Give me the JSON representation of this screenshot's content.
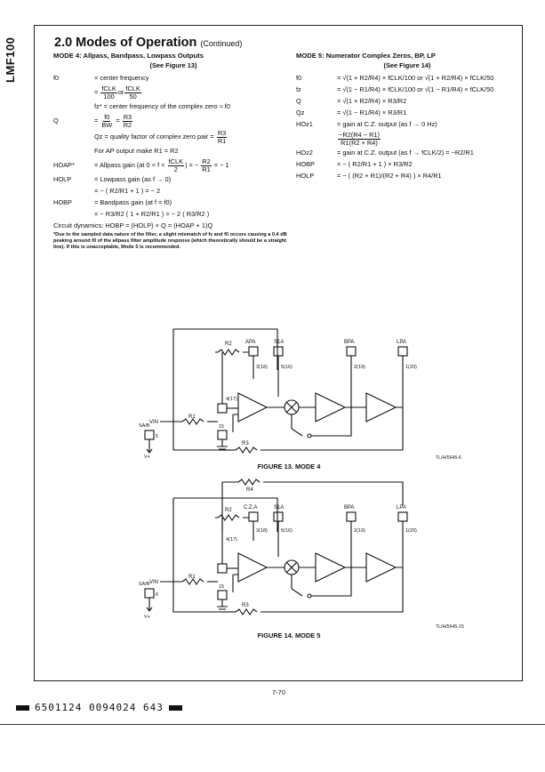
{
  "side_label": "LMF100",
  "header": {
    "title": "2.0 Modes of Operation",
    "continued": "(Continued)"
  },
  "mode4": {
    "heading": "MODE 4: Allpass, Bandpass, Lowpass Outputs",
    "see": "(See Figure 13)",
    "f0_sym": "f0",
    "f0_def": "= center frequency",
    "f0_eq_a_n": "fCLK",
    "f0_eq_a_d": "100",
    "f0_or": "or",
    "f0_eq_b_n": "fCLK",
    "f0_eq_b_d": "50",
    "fz_def": "fz* = center frequency of the complex zero ≈ f0",
    "q_sym": "Q",
    "q_n1": "f0",
    "q_d1": "BW",
    "q_n2": "R3",
    "q_d2": "R2",
    "qz_def": "Qz = quality factor of complex zero pair =",
    "qz_n": "R3",
    "qz_d": "R1",
    "ap_note": "For AP output make R1 = R2",
    "hoap_sym": "HOAP*",
    "hoap_text": "= Allpass gain (at 0 < f <",
    "hoap_n": "fCLK",
    "hoap_d": "2",
    "hoap_tail_n": "R2",
    "hoap_tail_d": "R1",
    "hoap_end": "= − 1",
    "holp_sym": "HOLP",
    "holp_def": "= Lowpass gain (as f → 0)",
    "holp_eq": "= − ( R2/R1 + 1 ) = − 2",
    "hobp_sym": "HOBP",
    "hobp_def": "= Bandpass gain (at f = f0)",
    "hobp_eq": "= − R3/R2 ( 1 + R2/R1 ) = − 2 ( R3/R2 )",
    "dynamics": "Circuit dynamics: HOBP = (HOLP) × Q = (HOAP + 1)Q",
    "footnote": "*Due to the sampled data nature of the filter, a slight mismatch of fz and f0 occurs causing a 0.4 dB peaking around f0 of the allpass filter amplitude response (which theoretically should be a straight line). If this is unacceptable, Mode 5 is recommended."
  },
  "mode5": {
    "heading": "MODE 5: Numerator Complex Zeros, BP, LP",
    "see": "(See Figure 14)",
    "f0_sym": "f0",
    "f0_eq": "= √(1 + R2/R4) × fCLK/100 or √(1 + R2/R4) × fCLK/50",
    "fz_sym": "fz",
    "fz_eq": "= √(1 − R1/R4) × fCLK/100 or √(1 − R1/R4) × fCLK/50",
    "q_sym": "Q",
    "q_eq": "= √(1 + R2/R4) × R3/R2",
    "qz_sym": "Qz",
    "qz_eq": "= √(1 − R1/R4) × R3/R1",
    "hoz1_sym": "HOz1",
    "hoz1_def": "= gain at C.Z. output (as f → 0 Hz)",
    "hoz1_eq_n": "−R2(R4 − R1)",
    "hoz1_eq_d": "R1(R2 + R4)",
    "hoz2_sym": "HOz2",
    "hoz2_eq": "= gain at C.Z. output (as f → fCLK/2) = −R2/R1",
    "hobp_sym": "HOBP",
    "hobp_eq": "= − ( R2/R1 + 1 ) × R3/R2",
    "holp_sym": "HOLP",
    "holp_eq": "= − ( (R2 + R1)/(R2 + R4) ) × R4/R1"
  },
  "figure13": {
    "caption": "FIGURE 13. MODE 4",
    "doc_id": "TL/H/5645-6",
    "labels": {
      "r1": "R1",
      "r2": "R2",
      "r3": "R3",
      "out1": "APA",
      "s1": "S1A",
      "bp": "BPA",
      "lp": "LPA",
      "pin1": "3(18)",
      "pin2": "5(16)",
      "pin3": "2(19)",
      "pin4": "1(20)",
      "pin5": "4(17)",
      "pin6": "15",
      "sab": "SA/B",
      "pin7": "5",
      "vin": "VIN",
      "vplus": "V+"
    }
  },
  "figure14": {
    "caption": "FIGURE 14. MODE 5",
    "doc_id": "TL/H/5645-15",
    "labels": {
      "r1": "R1",
      "r2": "R2",
      "r3": "R3",
      "r4": "R4",
      "out1": "C.Z.A",
      "s1": "S1A",
      "bp": "BPA",
      "lp": "LPA",
      "pin1": "3(18)",
      "pin2": "5(16)",
      "pin3": "2(19)",
      "pin4": "1(20)",
      "pin5": "4(17)",
      "pin6": "15",
      "sab": "SA/B",
      "pin7": "6",
      "vin": "VIN",
      "vplus": "V+"
    }
  },
  "footer": {
    "page_number": "7-70",
    "barcode": "6501124 0094024 643"
  }
}
